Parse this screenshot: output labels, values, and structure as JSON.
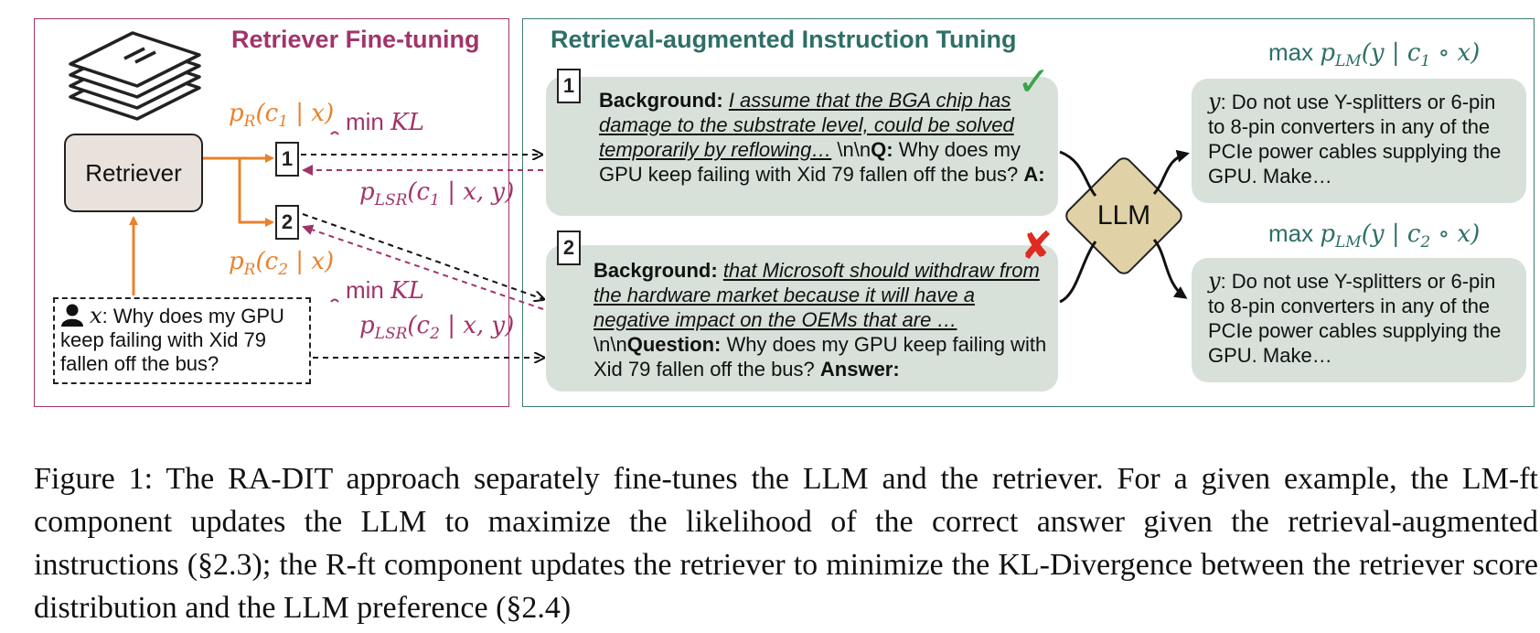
{
  "left_panel": {
    "title": "Retriever Fine-tuning",
    "retriever_label": "Retriever",
    "doc_num_1": "1",
    "doc_num_2": "2",
    "pr_c1": "p",
    "pr_c1_sub": "R",
    "pr_c1_args": "(c",
    "pr_c1_sub2": "1",
    "pr_c1_tail": " | x)",
    "pr_c2": "p",
    "pr_c2_sub": "R",
    "pr_c2_args": "(c",
    "pr_c2_sub2": "2",
    "pr_c2_tail": " | x)",
    "plsr_c1": "p",
    "plsr_c1_sub": "LSR",
    "plsr_c1_args": "(c",
    "plsr_c1_sub2": "1",
    "plsr_c1_tail": " | x, y)",
    "plsr_c2": "p",
    "plsr_c2_sub": "LSR",
    "plsr_c2_args": "(c",
    "plsr_c2_sub2": "2",
    "plsr_c2_tail": " | x, y)",
    "min_kl_1": "min",
    "min_kl_1_var": "KL",
    "min_kl_2": "min",
    "min_kl_2_var": "KL",
    "query_var": "x",
    "query_text": ": Why does my GPU keep failing with Xid 79 fallen off the bus?"
  },
  "right_panel": {
    "title": "Retrieval-augmented Instruction Tuning",
    "example1": {
      "num": "1",
      "bg_label": "Background:",
      "bg_text": "I assume that the BGA chip has damage to the substrate level, could be solved temporarily by reflowing…",
      "sep": " \\n\\n",
      "q_label": "Q:",
      "q_text": " Why does my GPU keep failing with Xid 79 fallen off the bus? ",
      "a_label": "A:",
      "mark": "✓"
    },
    "example2": {
      "num": "2",
      "bg_label": "Background:",
      "bg_text": "that Microsoft should withdraw from the hardware market because it will have a negative impact on the OEMs that are …",
      "sep": "\\n\\n",
      "q_label": "Question:",
      "q_text": " Why does my GPU keep failing with Xid 79 fallen off the bus? ",
      "a_label": "Answer:",
      "mark": "✘"
    },
    "llm_label": "LLM",
    "max1_prefix": "max",
    "max1_math": "p",
    "max1_sub": "LM",
    "max1_args": "(y | c",
    "max1_sub2": "1",
    "max1_tail": " ∘ x)",
    "max2_prefix": "max",
    "max2_math": "p",
    "max2_sub": "LM",
    "max2_args": "(y | c",
    "max2_sub2": "2",
    "max2_tail": " ∘ x)",
    "output1_var": "y",
    "output1_text": ": Do not use Y-splitters or 6-pin to 8-pin converters in any of the PCIe power cables supplying the GPU. Make…",
    "output2_var": "y",
    "output2_text": ": Do not use Y-splitters or 6-pin to 8-pin converters in any of the PCIe power cables supplying the GPU. Make…"
  },
  "caption": "Figure 1: The RA-DIT approach separately fine-tunes the LLM and the retriever. For a given example, the LM-ft component updates the LLM to maximize the likelihood of the correct answer given the retrieval-augmented instructions (§2.3); the R-ft component updates the retriever to minimize the KL-Divergence between the retriever score distribution and the LLM preference (§2.4)",
  "colors": {
    "retriever_accent": "#a1346a",
    "instruction_accent": "#2e6f67",
    "arrow_orange": "#e8822c",
    "box_green": "#d7e1d9",
    "llm_fill": "#e0d2a6",
    "check_green": "#3aa34a",
    "cross_red": "#e02a22"
  }
}
